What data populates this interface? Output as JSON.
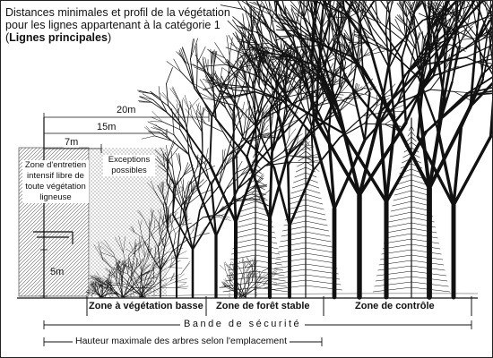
{
  "title": {
    "line1": "Distances minimales et profil de la végétation",
    "line2": "pour les lignes appartenant à la catégorie 1",
    "line3_open": "(",
    "line3_bold": "Lignes principales",
    "line3_close": ")"
  },
  "distances": {
    "d20": "20m",
    "d15": "15m",
    "d7": "7m",
    "d5": "5m"
  },
  "notes": {
    "maintenance": "Zone d'entretien intensif libre de toute végétation ligneuse",
    "exceptions": "Exceptions possibles"
  },
  "zones": {
    "low_vegetation": "Zone à végétation basse",
    "stable_forest": "Zone de forêt stable",
    "control": "Zone de contrôle"
  },
  "safety_band": "Bande de sécurité",
  "max_height": "Hauteur maximale des arbres selon l'emplacement",
  "colors": {
    "ink": "#111111",
    "hatch": "#555555",
    "stipple": "#333333"
  }
}
